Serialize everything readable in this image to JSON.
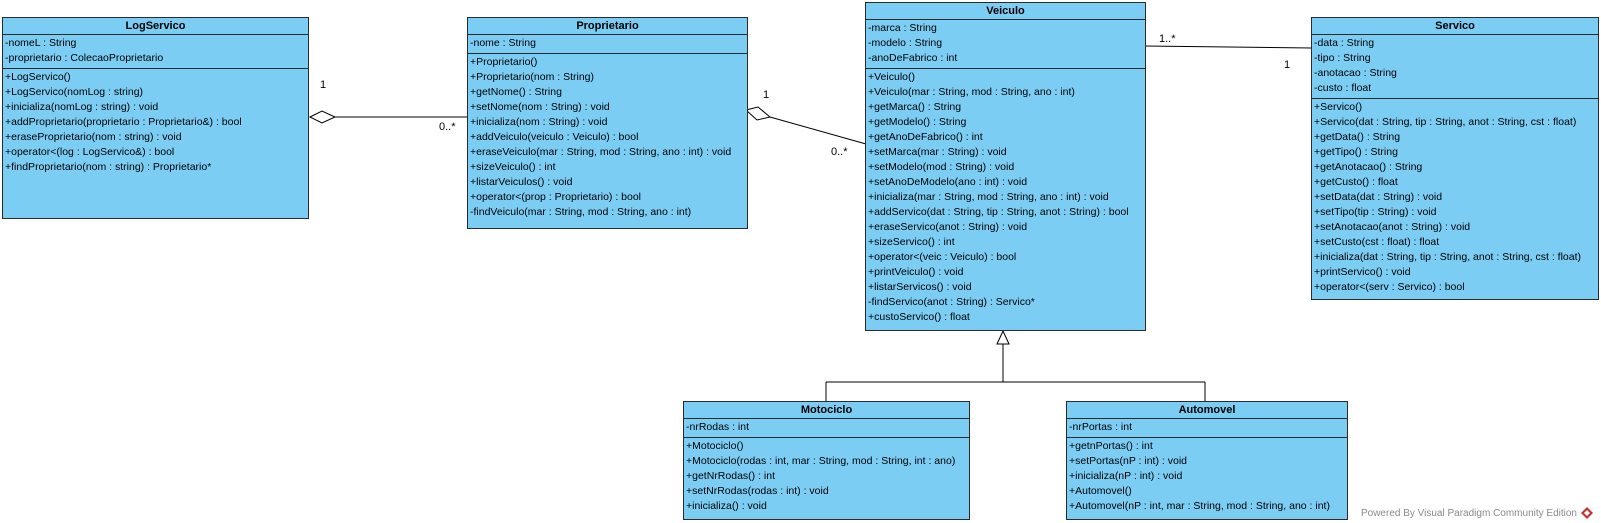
{
  "classes": {
    "logservico": {
      "name": "LogServico",
      "attributes": [
        "-nomeL : String",
        "-proprietario : ColecaoProprietario"
      ],
      "operations": [
        "+LogServico()",
        "+LogServico(nomLog : string)",
        "+inicializa(nomLog : string) : void",
        "+addProprietario(proprietario : Proprietario&) : bool",
        "+eraseProprietario(nom : string) : void",
        "+operator<(log : LogServico&) : bool",
        "+findProprietario(nom : string) : Proprietario*"
      ]
    },
    "proprietario": {
      "name": "Proprietario",
      "attributes": [
        "-nome : String"
      ],
      "operations": [
        "+Proprietario()",
        "+Proprietario(nom : String)",
        "+getNome() : String",
        "+setNome(nom : String) : void",
        "+inicializa(nom : String) : void",
        "+addVeiculo(veiculo : Veiculo) : bool",
        "+eraseVeiculo(mar : String, mod : String, ano : int) : void",
        "+sizeVeiculo() : int",
        "+listarVeiculos() : void",
        "+operator<(prop : Proprietario) : bool",
        "-findVeiculo(mar : String, mod : String, ano : int)"
      ]
    },
    "veiculo": {
      "name": "Veiculo",
      "attributes": [
        "-marca : String",
        "-modelo : String",
        "-anoDeFabrico : int"
      ],
      "operations": [
        "+Veiculo()",
        "+Veiculo(mar : String, mod : String, ano : int)",
        "+getMarca() : String",
        "+getModelo() : String",
        "+getAnoDeFabrico() : int",
        "+setMarca(mar : String) : void",
        "+setModelo(mod : String) : void",
        "+setAnoDeModelo(ano : int) : void",
        "+inicializa(mar : String, mod : String, ano : int) : void",
        "+addServico(dat : String, tip : String, anot : String) : bool",
        "+eraseServico(anot : String) : void",
        "+sizeServico() : int",
        "+operator<(veic : Veiculo) : bool",
        "+printVeiculo() : void",
        "+listarServicos() : void",
        "-findServico(anot : String) : Servico*",
        "+custoServico() : float"
      ]
    },
    "servico": {
      "name": "Servico",
      "attributes": [
        "-data : String",
        "-tipo : String",
        "-anotacao : String",
        "-custo : float"
      ],
      "operations": [
        "+Servico()",
        "+Servico(dat : String, tip : String, anot : String, cst : float)",
        "+getData() : String",
        "+getTipo() : String",
        "+getAnotacao() : String",
        "+getCusto() : float",
        "+setData(dat : String) : void",
        "+setTipo(tip : String) : void",
        "+setAnotacao(anot : String) : void",
        "+setCusto(cst : float) : float",
        "+inicializa(dat : String, tip : String, anot : String, cst : float)",
        "+printServico() : void",
        "+operator<(serv : Servico) : bool"
      ]
    },
    "motociclo": {
      "name": "Motociclo",
      "attributes": [
        "-nrRodas : int"
      ],
      "operations": [
        "+Motociclo()",
        "+Motociclo(rodas : int, mar : String, mod : String, int : ano)",
        "+getNrRodas() : int",
        "+setNrRodas(rodas : int) : void",
        "+inicializa() : void"
      ]
    },
    "automovel": {
      "name": "Automovel",
      "attributes": [
        "-nrPortas : int"
      ],
      "operations": [
        "+getnPortas() : int",
        "+setPortas(nP : int) : void",
        "+inicializa(nP : int) : void",
        "+Automovel()",
        "+Automovel(nP : int, mar : String, mod : String, ano : int)"
      ]
    }
  },
  "multiplicities": {
    "log_end": "1",
    "prop_from_log": "0..*",
    "prop_end": "1",
    "veic_from_prop": "0..*",
    "veic_to_serv": "1..*",
    "serv_end": "1"
  },
  "footer": {
    "text": "Powered By Visual Paradigm Community Edition"
  },
  "colors": {
    "class_fill": "#7ccdf4",
    "border": "#2b2b2b",
    "logo": "#c9302c"
  }
}
